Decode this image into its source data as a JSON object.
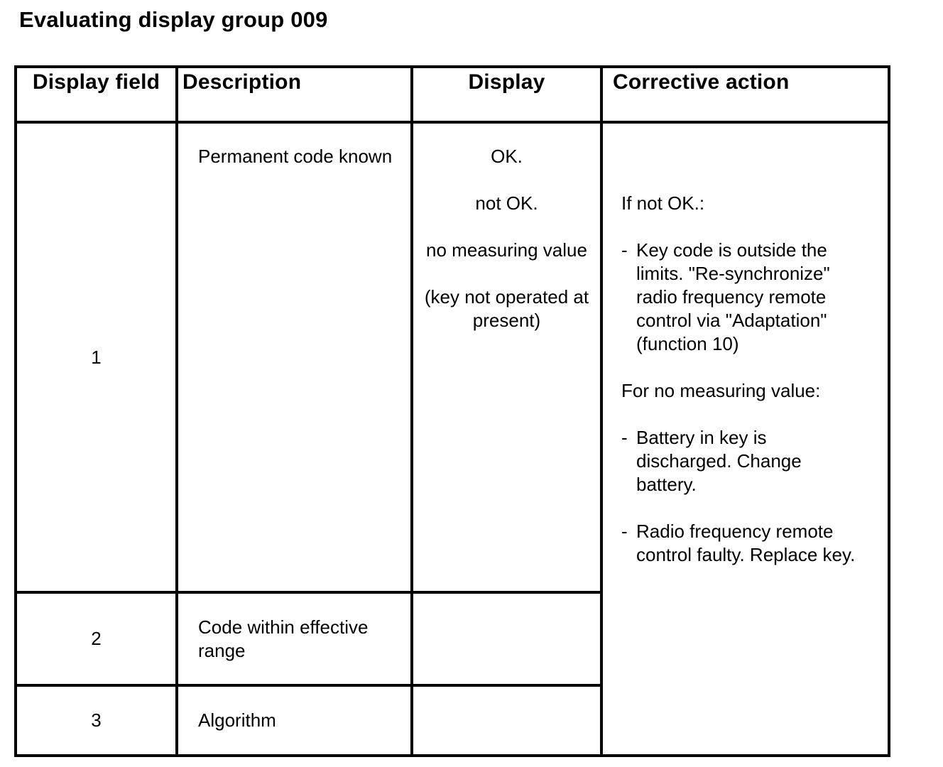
{
  "title": "Evaluating display group 009",
  "colors": {
    "background": "#ffffff",
    "text": "#000000",
    "border": "#000000"
  },
  "table": {
    "headers": [
      {
        "label": "Display field"
      },
      {
        "label": "Description"
      },
      {
        "label": "Display"
      },
      {
        "label": "Corrective action"
      }
    ],
    "rows": [
      {
        "field": "1",
        "description": "Permanent code known",
        "display_lines": [
          "OK.",
          "not OK.",
          "no measuring value",
          "(key not operated at present)"
        ]
      },
      {
        "field": "2",
        "description": "Code within effective range",
        "display_lines": []
      },
      {
        "field": "3",
        "description": "Algorithm",
        "display_lines": []
      }
    ],
    "corrective": {
      "bullet_char": "-",
      "sections": [
        {
          "heading": "If not OK.:",
          "bullets": [
            "Key code is outside the limits. \"Re-synchronize\" radio frequency remote control via \"Adaptation\" (function 10)"
          ]
        },
        {
          "heading": "For no measuring value:",
          "bullets": [
            "Battery in key is discharged. Change battery.",
            "Radio frequency remote control faulty. Replace key."
          ]
        }
      ]
    }
  }
}
